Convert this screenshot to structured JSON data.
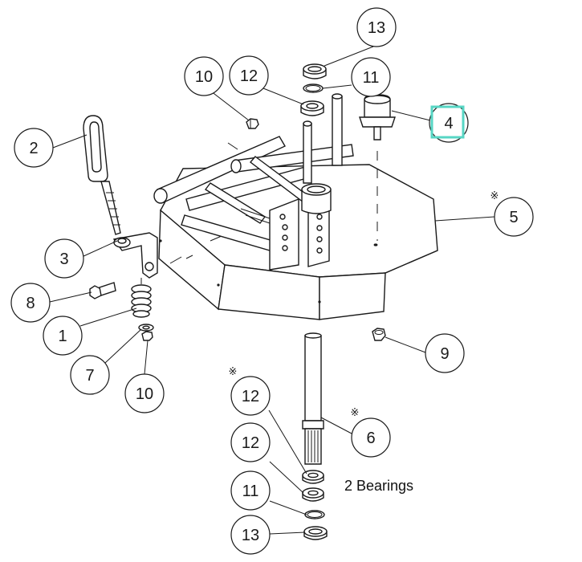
{
  "diagram": {
    "callouts": [
      "13",
      "10",
      "12",
      "11",
      "4",
      "2",
      "5",
      "3",
      "8",
      "1",
      "7",
      "10",
      "9",
      "12",
      "6",
      "12",
      "11",
      "13"
    ],
    "asterisk_mark": "※",
    "note": "2 Bearings",
    "highlighted_callout": "4",
    "highlight_color": "#57d6c4",
    "line_color": "#1a1a1a"
  }
}
